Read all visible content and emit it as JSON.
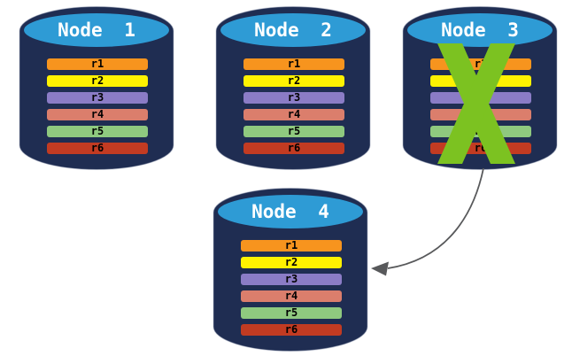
{
  "nodes": [
    {
      "label": "Node 1",
      "status": "active",
      "rows": [
        "r1",
        "r2",
        "r3",
        "r4",
        "r5",
        "r6"
      ]
    },
    {
      "label": "Node 2",
      "status": "active",
      "rows": [
        "r1",
        "r2",
        "r3",
        "r4",
        "r5",
        "r6"
      ]
    },
    {
      "label": "Node 3",
      "status": "failed",
      "rows": [
        "r1",
        "r2",
        "r3",
        "r4",
        "r5",
        "r6"
      ]
    },
    {
      "label": "Node 4",
      "status": "active",
      "rows": [
        "r1",
        "r2",
        "r3",
        "r4",
        "r5",
        "r6"
      ]
    }
  ],
  "row_colors": [
    "#F7941E",
    "#FFF200",
    "#8B7CC6",
    "#DB7E6C",
    "#8FC97F",
    "#C23B22"
  ],
  "colors": {
    "cylinder_body": "#1F2D52",
    "cylinder_top": "#2E9BD5",
    "failure_x": "#7CC221",
    "arrow": "#58595B"
  }
}
